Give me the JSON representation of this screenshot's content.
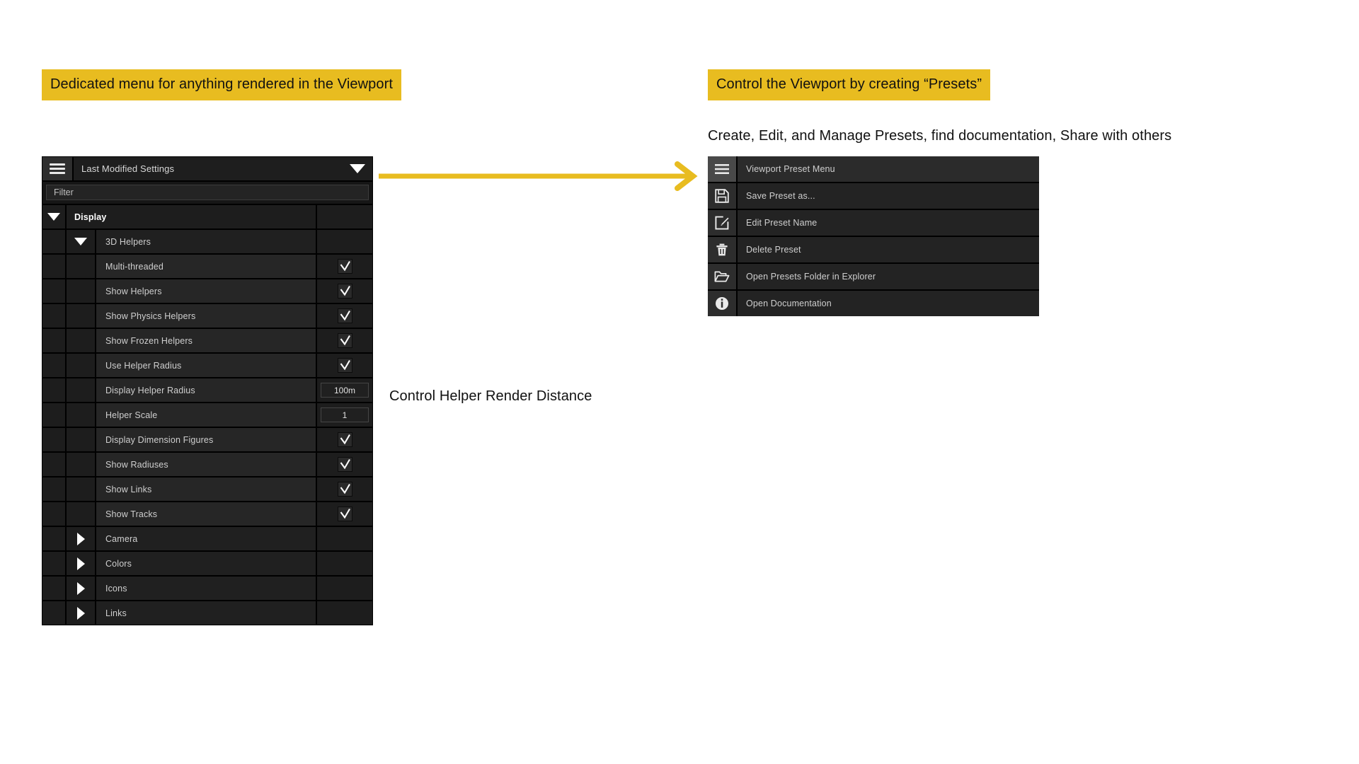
{
  "annotations": {
    "banner_left": "Dedicated menu for anything rendered in the Viewport",
    "banner_right": "Control the Viewport by creating “Presets”",
    "subcaption_right": "Create, Edit, and Manage Presets, find documentation, Share with others",
    "render_distance_caption": "Control Helper Render Distance",
    "accent_color": "#e8bc20"
  },
  "settings_panel": {
    "header": {
      "menu_icon": "hamburger-icon",
      "title": "Last Modified Settings",
      "dropdown_icon": "chevron-down-icon"
    },
    "filter": {
      "placeholder": "Filter",
      "value": "Filter"
    },
    "rows": [
      {
        "level": 0,
        "label": "Display",
        "expander": "triangle-down",
        "control": "none"
      },
      {
        "level": 1,
        "label": "3D Helpers",
        "expander": "triangle-down",
        "control": "none"
      },
      {
        "level": 2,
        "label": "Multi-threaded",
        "expander": "none",
        "control": "checkbox",
        "checked": true
      },
      {
        "level": 2,
        "label": "Show Helpers",
        "expander": "none",
        "control": "checkbox",
        "checked": true
      },
      {
        "level": 2,
        "label": "Show Physics Helpers",
        "expander": "none",
        "control": "checkbox",
        "checked": true
      },
      {
        "level": 2,
        "label": "Show Frozen Helpers",
        "expander": "none",
        "control": "checkbox",
        "checked": true
      },
      {
        "level": 2,
        "label": "Use Helper Radius",
        "expander": "none",
        "control": "checkbox",
        "checked": true
      },
      {
        "level": 2,
        "label": "Display Helper Radius",
        "expander": "none",
        "control": "number",
        "value": "100m"
      },
      {
        "level": 2,
        "label": "Helper Scale",
        "expander": "none",
        "control": "number",
        "value": "1"
      },
      {
        "level": 2,
        "label": "Display Dimension Figures",
        "expander": "none",
        "control": "checkbox",
        "checked": true
      },
      {
        "level": 2,
        "label": "Show Radiuses",
        "expander": "none",
        "control": "checkbox",
        "checked": true
      },
      {
        "level": 2,
        "label": "Show Links",
        "expander": "none",
        "control": "checkbox",
        "checked": true
      },
      {
        "level": 2,
        "label": "Show Tracks",
        "expander": "none",
        "control": "checkbox",
        "checked": true
      },
      {
        "level": 1,
        "label": "Camera",
        "expander": "triangle-right",
        "control": "none"
      },
      {
        "level": 1,
        "label": "Colors",
        "expander": "triangle-right",
        "control": "none"
      },
      {
        "level": 1,
        "label": "Icons",
        "expander": "triangle-right",
        "control": "none"
      },
      {
        "level": 1,
        "label": "Links",
        "expander": "triangle-right",
        "control": "none"
      }
    ]
  },
  "preset_menu": {
    "items": [
      {
        "icon": "hamburger-icon",
        "label": "Viewport Preset Menu"
      },
      {
        "icon": "save-floppy-icon",
        "label": "Save Preset as..."
      },
      {
        "icon": "edit-square-icon",
        "label": "Edit Preset Name"
      },
      {
        "icon": "trash-icon",
        "label": "Delete Preset"
      },
      {
        "icon": "folder-open-icon",
        "label": "Open Presets Folder in Explorer"
      },
      {
        "icon": "info-circle-icon",
        "label": "Open Documentation"
      }
    ]
  }
}
